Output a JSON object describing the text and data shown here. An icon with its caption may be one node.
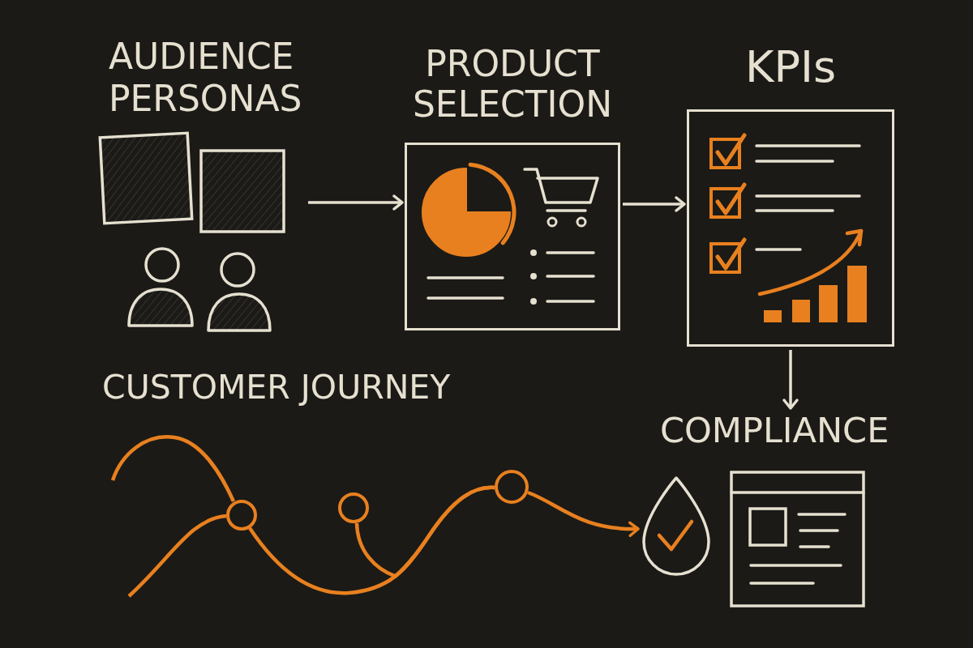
{
  "diagram": {
    "nodes": [
      {
        "text": [
          "AUDIENCE PERSONAS"
        ]
      },
      {
        "text": [
          "PRODUCT SELECTION"
        ]
      },
      {
        "text": [
          "KPIs"
        ]
      },
      {
        "text": [
          "COMPLIANCE"
        ]
      },
      {
        "text": [],
        "shape": "circle"
      },
      {
        "text": [],
        "shape": "circle"
      },
      {
        "text": [],
        "shape": "circle"
      }
    ],
    "edges": [
      {
        "from": 0,
        "to": 1,
        "arrow": "to",
        "color": "#e6e0d0"
      },
      {
        "from": 1,
        "to": 2,
        "arrow": "to",
        "color": "#e6e0d0"
      },
      {
        "from": 2,
        "to": 3,
        "arrow": "to",
        "color": "#e6e0d0"
      },
      {
        "from": null,
        "to": 4,
        "arrow": "none",
        "color": "#e8801f"
      },
      {
        "from": null,
        "to": 4,
        "arrow": "none",
        "color": "#e8801f"
      },
      {
        "from": 4,
        "to": 6,
        "arrow": "none",
        "color": "#e8801f"
      },
      {
        "from": 5,
        "to": 6,
        "arrow": "none",
        "color": "#e8801f"
      },
      {
        "from": 6,
        "to": 3,
        "arrow": "to",
        "color": "#e8801f"
      }
    ],
    "labels": [
      "CUSTOMER JOURNEY"
    ]
  }
}
